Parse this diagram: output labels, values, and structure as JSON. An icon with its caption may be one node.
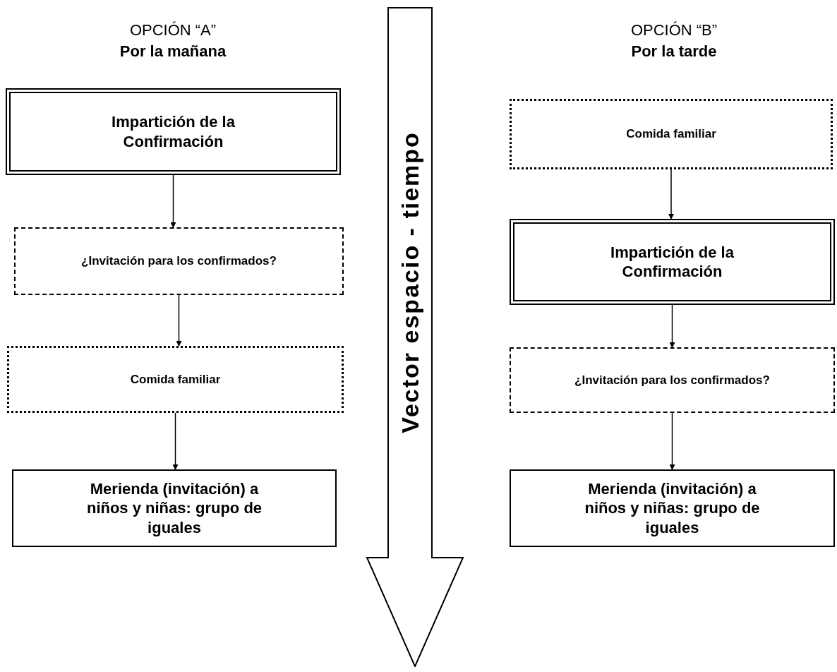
{
  "diagram": {
    "nodes": [
      {
        "text": [
          "Impartición de la Confirmación"
        ]
      },
      {
        "text": [
          "¿Invitación para los confirmados?"
        ]
      },
      {
        "text": [
          "Comida familiar"
        ]
      },
      {
        "text": [
          "Merienda (invitación) a niños y niñas: grupo de iguales"
        ]
      },
      {
        "text": [
          "Comida familiar"
        ]
      },
      {
        "text": [
          "Impartición de la Confirmación"
        ]
      },
      {
        "text": [
          "¿Invitación para los confirmados?"
        ]
      },
      {
        "text": [
          "Merienda (invitación) a niños y niñas: grupo de iguales"
        ]
      },
      {
        "text": [
          "Vector espacio - tiempo"
        ]
      }
    ],
    "edges": [
      {
        "from": 0,
        "to": 1,
        "arrow": "to"
      },
      {
        "from": 1,
        "to": 2,
        "arrow": "to"
      },
      {
        "from": 2,
        "to": 3,
        "arrow": "to"
      },
      {
        "from": 4,
        "to": 5,
        "arrow": "to"
      },
      {
        "from": 5,
        "to": 6,
        "arrow": "to"
      },
      {
        "from": 6,
        "to": 7,
        "arrow": "to"
      }
    ],
    "labels": [
      "OPCIÓN “A”",
      "Por la mañana",
      "OPCIÓN “B”",
      "Por la tarde"
    ]
  }
}
